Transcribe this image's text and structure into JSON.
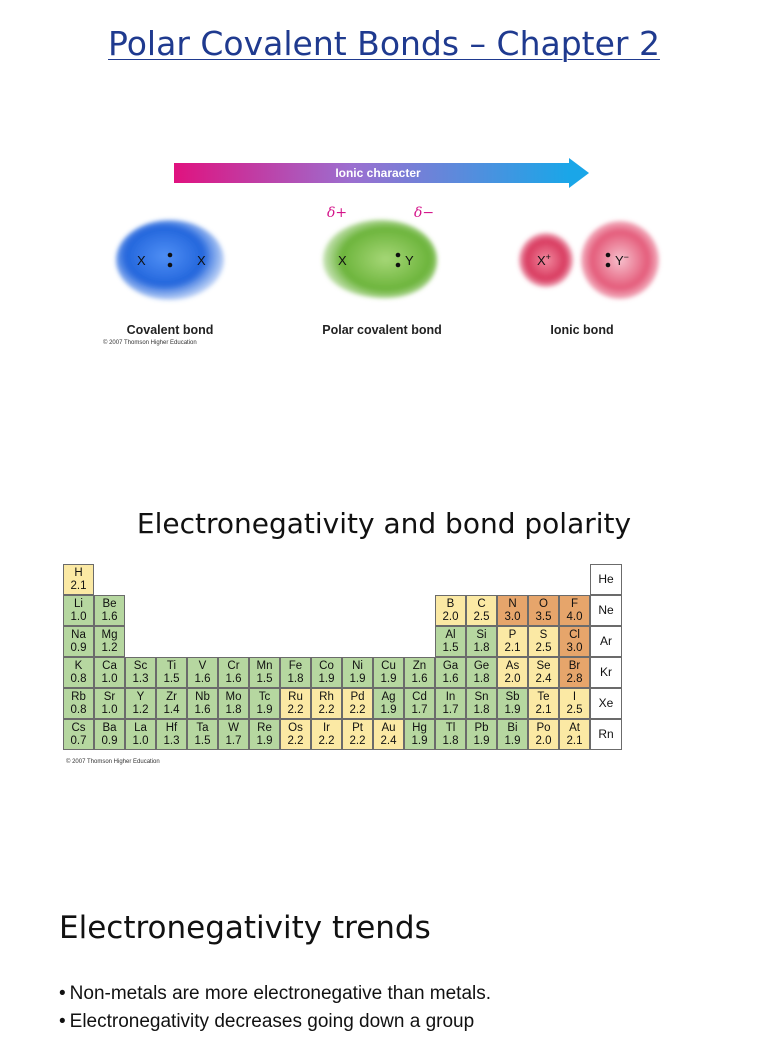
{
  "title": "Polar Covalent Bonds – Chapter 2",
  "figure1": {
    "arrow_label": "Ionic character",
    "delta_plus": "δ+",
    "delta_minus": "δ−",
    "covalent": {
      "left": "X",
      "right": "X",
      "caption": "Covalent bond"
    },
    "polar": {
      "left": "X",
      "right": "Y",
      "caption": "Polar covalent bond"
    },
    "ionic": {
      "left": "X",
      "left_charge": "+",
      "right": "Y",
      "right_charge": "−",
      "caption": "Ionic bond"
    },
    "copyright": "© 2007 Thomson Higher Education",
    "colors": {
      "arrow_start": "#e0127f",
      "arrow_end": "#1aa6e8",
      "covalent": "#1e5fd6",
      "polar": "#6fb43c",
      "ionic": "#d8395e"
    }
  },
  "section2_heading": "Electronegativity and bond polarity",
  "periodic_table": {
    "copyright": "© 2007 Thomson Higher Education",
    "rows": [
      [
        {
          "s": "H",
          "v": "2.1",
          "c": "y",
          "col": 0
        }
      ],
      [
        {
          "s": "Li",
          "v": "1.0",
          "c": "g",
          "col": 0
        },
        {
          "s": "Be",
          "v": "1.6",
          "c": "g",
          "col": 1
        },
        {
          "s": "B",
          "v": "2.0",
          "c": "y",
          "col": 12
        },
        {
          "s": "C",
          "v": "2.5",
          "c": "y",
          "col": 13
        },
        {
          "s": "N",
          "v": "3.0",
          "c": "o",
          "col": 14
        },
        {
          "s": "O",
          "v": "3.5",
          "c": "o",
          "col": 15
        },
        {
          "s": "F",
          "v": "4.0",
          "c": "o",
          "col": 16
        }
      ],
      [
        {
          "s": "Na",
          "v": "0.9",
          "c": "g",
          "col": 0
        },
        {
          "s": "Mg",
          "v": "1.2",
          "c": "g",
          "col": 1
        },
        {
          "s": "Al",
          "v": "1.5",
          "c": "g",
          "col": 12
        },
        {
          "s": "Si",
          "v": "1.8",
          "c": "g",
          "col": 13
        },
        {
          "s": "P",
          "v": "2.1",
          "c": "y",
          "col": 14
        },
        {
          "s": "S",
          "v": "2.5",
          "c": "y",
          "col": 15
        },
        {
          "s": "Cl",
          "v": "3.0",
          "c": "o",
          "col": 16
        }
      ],
      [
        {
          "s": "K",
          "v": "0.8",
          "c": "g",
          "col": 0
        },
        {
          "s": "Ca",
          "v": "1.0",
          "c": "g",
          "col": 1
        },
        {
          "s": "Sc",
          "v": "1.3",
          "c": "g",
          "col": 2
        },
        {
          "s": "Ti",
          "v": "1.5",
          "c": "g",
          "col": 3
        },
        {
          "s": "V",
          "v": "1.6",
          "c": "g",
          "col": 4
        },
        {
          "s": "Cr",
          "v": "1.6",
          "c": "g",
          "col": 5
        },
        {
          "s": "Mn",
          "v": "1.5",
          "c": "g",
          "col": 6
        },
        {
          "s": "Fe",
          "v": "1.8",
          "c": "g",
          "col": 7
        },
        {
          "s": "Co",
          "v": "1.9",
          "c": "g",
          "col": 8
        },
        {
          "s": "Ni",
          "v": "1.9",
          "c": "g",
          "col": 9
        },
        {
          "s": "Cu",
          "v": "1.9",
          "c": "g",
          "col": 10
        },
        {
          "s": "Zn",
          "v": "1.6",
          "c": "g",
          "col": 11
        },
        {
          "s": "Ga",
          "v": "1.6",
          "c": "g",
          "col": 12
        },
        {
          "s": "Ge",
          "v": "1.8",
          "c": "g",
          "col": 13
        },
        {
          "s": "As",
          "v": "2.0",
          "c": "y",
          "col": 14
        },
        {
          "s": "Se",
          "v": "2.4",
          "c": "y",
          "col": 15
        },
        {
          "s": "Br",
          "v": "2.8",
          "c": "o",
          "col": 16
        }
      ],
      [
        {
          "s": "Rb",
          "v": "0.8",
          "c": "g",
          "col": 0
        },
        {
          "s": "Sr",
          "v": "1.0",
          "c": "g",
          "col": 1
        },
        {
          "s": "Y",
          "v": "1.2",
          "c": "g",
          "col": 2
        },
        {
          "s": "Zr",
          "v": "1.4",
          "c": "g",
          "col": 3
        },
        {
          "s": "Nb",
          "v": "1.6",
          "c": "g",
          "col": 4
        },
        {
          "s": "Mo",
          "v": "1.8",
          "c": "g",
          "col": 5
        },
        {
          "s": "Tc",
          "v": "1.9",
          "c": "g",
          "col": 6
        },
        {
          "s": "Ru",
          "v": "2.2",
          "c": "y",
          "col": 7
        },
        {
          "s": "Rh",
          "v": "2.2",
          "c": "y",
          "col": 8
        },
        {
          "s": "Pd",
          "v": "2.2",
          "c": "y",
          "col": 9
        },
        {
          "s": "Ag",
          "v": "1.9",
          "c": "g",
          "col": 10
        },
        {
          "s": "Cd",
          "v": "1.7",
          "c": "g",
          "col": 11
        },
        {
          "s": "In",
          "v": "1.7",
          "c": "g",
          "col": 12
        },
        {
          "s": "Sn",
          "v": "1.8",
          "c": "g",
          "col": 13
        },
        {
          "s": "Sb",
          "v": "1.9",
          "c": "g",
          "col": 14
        },
        {
          "s": "Te",
          "v": "2.1",
          "c": "y",
          "col": 15
        },
        {
          "s": "I",
          "v": "2.5",
          "c": "y",
          "col": 16
        }
      ],
      [
        {
          "s": "Cs",
          "v": "0.7",
          "c": "g",
          "col": 0
        },
        {
          "s": "Ba",
          "v": "0.9",
          "c": "g",
          "col": 1
        },
        {
          "s": "La",
          "v": "1.0",
          "c": "g",
          "col": 2
        },
        {
          "s": "Hf",
          "v": "1.3",
          "c": "g",
          "col": 3
        },
        {
          "s": "Ta",
          "v": "1.5",
          "c": "g",
          "col": 4
        },
        {
          "s": "W",
          "v": "1.7",
          "c": "g",
          "col": 5
        },
        {
          "s": "Re",
          "v": "1.9",
          "c": "g",
          "col": 6
        },
        {
          "s": "Os",
          "v": "2.2",
          "c": "y",
          "col": 7
        },
        {
          "s": "Ir",
          "v": "2.2",
          "c": "y",
          "col": 8
        },
        {
          "s": "Pt",
          "v": "2.2",
          "c": "y",
          "col": 9
        },
        {
          "s": "Au",
          "v": "2.4",
          "c": "y",
          "col": 10
        },
        {
          "s": "Hg",
          "v": "1.9",
          "c": "g",
          "col": 11
        },
        {
          "s": "Tl",
          "v": "1.8",
          "c": "g",
          "col": 12
        },
        {
          "s": "Pb",
          "v": "1.9",
          "c": "g",
          "col": 13
        },
        {
          "s": "Bi",
          "v": "1.9",
          "c": "g",
          "col": 14
        },
        {
          "s": "Po",
          "v": "2.0",
          "c": "y",
          "col": 15
        },
        {
          "s": "At",
          "v": "2.1",
          "c": "y",
          "col": 16
        }
      ]
    ],
    "noble_gases": [
      "He",
      "Ne",
      "Ar",
      "Kr",
      "Xe",
      "Rn"
    ],
    "colors": {
      "low": "#b6d7a0",
      "mid": "#fbe9a4",
      "high": "#e6a56b"
    }
  },
  "section3_heading": "Electronegativity trends",
  "bullets": [
    "Non-metals are more electronegative than metals.",
    "Electronegativity decreases going down a group"
  ]
}
